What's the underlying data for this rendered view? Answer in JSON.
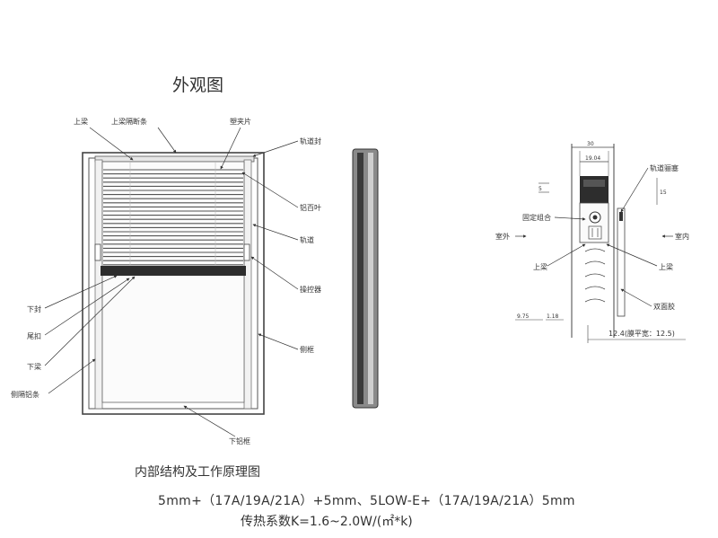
{
  "title_main": "外观图",
  "title_sub": "内部结构及工作原理图",
  "spec_line1": "5mm+（17A/19A/21A）+5mm、5LOW-E+（17A/19A/21A）5mm",
  "spec_line2": "传热系数K=1.6~2.0W/(㎡*k)",
  "front_labels": {
    "top_beam": "上梁",
    "top_beam_spacer": "上梁隔断条",
    "clip": "塑夹片",
    "track_seal": "轨道封",
    "louver": "铝百叶",
    "track": "轨道",
    "controller": "操控器",
    "bottom_seal": "下封",
    "tail_clip": "尾扣",
    "bottom_beam": "下梁",
    "side_spacer": "侧隔铝条",
    "side_frame": "侧框",
    "bottom_frame": "下铝框"
  },
  "section_labels": {
    "track_brush": "轨道骊塞",
    "fixed_assembly": "固定组合",
    "outdoor": "室外",
    "indoor": "室内",
    "top_beam_left": "上梁",
    "top_beam_right": "上梁",
    "double_sealant": "双面胶",
    "glass_note": "12.4(膜平宽：12.5)"
  },
  "dimensions": {
    "width_total": "30",
    "width_inner": "19.04",
    "dim_5": "5",
    "dim_15": "15",
    "dim_975": "9.75",
    "dim_118": "1.18"
  }
}
